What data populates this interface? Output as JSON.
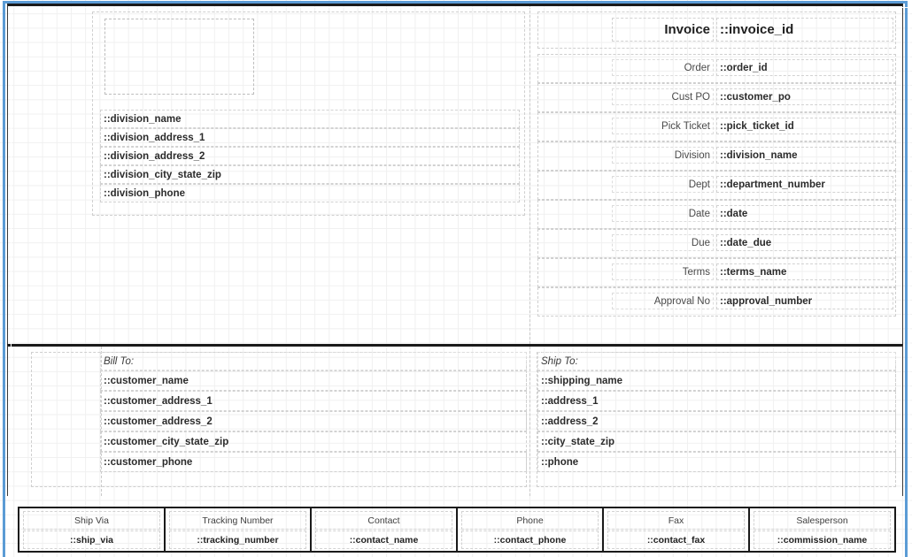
{
  "colors": {
    "selection_frame": "#5b9bd5",
    "band_border": "#1a1a1a",
    "grid": "#f0f0f0",
    "field_outline": "#d2d2d2",
    "text": "#2b2b2b"
  },
  "header": {
    "logo_placeholder": "",
    "division": {
      "lines": [
        "::division_name",
        "::division_address_1",
        "::division_address_2",
        "::division_city_state_zip",
        "::division_phone"
      ]
    },
    "title": {
      "label": "Invoice",
      "value": "::invoice_id"
    },
    "details": [
      {
        "label": "Order",
        "value": "::order_id"
      },
      {
        "label": "Cust PO",
        "value": "::customer_po"
      },
      {
        "label": "Pick Ticket",
        "value": "::pick_ticket_id"
      },
      {
        "label": "Division",
        "value": "::division_name"
      },
      {
        "label": "Dept",
        "value": "::department_number"
      },
      {
        "label": "Date",
        "value": "::date"
      },
      {
        "label": "Due",
        "value": "::date_due"
      },
      {
        "label": "Terms",
        "value": "::terms_name"
      },
      {
        "label": "Approval No",
        "value": "::approval_number"
      }
    ]
  },
  "bill_to": {
    "heading": "Bill To:",
    "lines": [
      "::customer_name",
      "::customer_address_1",
      "::customer_address_2",
      "::customer_city_state_zip",
      "::customer_phone"
    ]
  },
  "ship_to": {
    "heading": "Ship To:",
    "lines": [
      "::shipping_name",
      "::address_1",
      "::address_2",
      "::city_state_zip",
      "::phone"
    ]
  },
  "footer": {
    "columns": [
      {
        "header": "Ship Via",
        "value": "::ship_via"
      },
      {
        "header": "Tracking Number",
        "value": "::tracking_number"
      },
      {
        "header": "Contact",
        "value": "::contact_name"
      },
      {
        "header": "Phone",
        "value": "::contact_phone"
      },
      {
        "header": "Fax",
        "value": "::contact_fax"
      },
      {
        "header": "Salesperson",
        "value": "::commission_name"
      }
    ]
  }
}
